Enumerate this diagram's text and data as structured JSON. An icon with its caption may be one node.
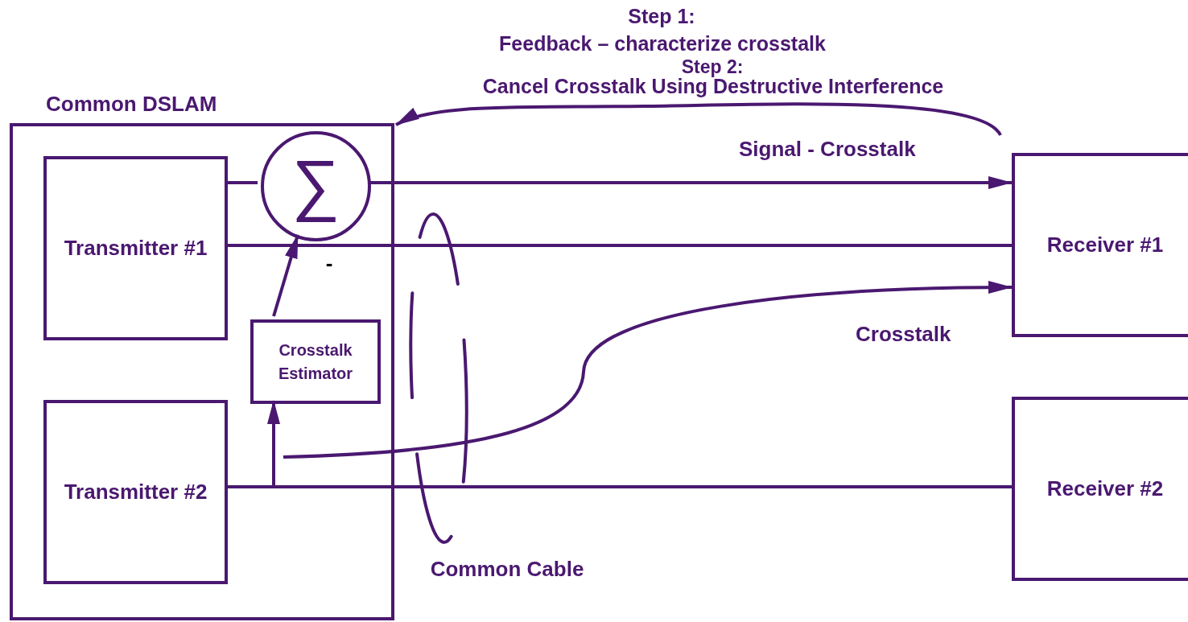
{
  "diagram": {
    "nodes": [
      {
        "text": [
          "Common DSLAM"
        ]
      },
      {
        "text": [
          "Transmitter #1"
        ],
        "in": 0
      },
      {
        "text": [
          "∑"
        ],
        "in": 0
      },
      {
        "text": [
          "Crosstalk Estimator"
        ],
        "in": 0
      },
      {
        "text": [
          "Transmitter #2"
        ],
        "in": 0
      },
      {
        "text": [
          "Receiver #1"
        ]
      },
      {
        "text": [
          "Receiver #2"
        ]
      }
    ],
    "edges": [
      {
        "from": 1,
        "to": 2,
        "arrow": "none"
      },
      {
        "from": 2,
        "to": 5,
        "arrow": "to",
        "label": "Signal - Crosstalk"
      },
      {
        "from": 1,
        "to": 5,
        "arrow": "none"
      },
      {
        "from": 3,
        "to": 2,
        "arrow": "to"
      },
      {
        "from": 4,
        "to": 6,
        "arrow": "none"
      },
      {
        "from": 4,
        "to": 3,
        "arrow": "to"
      },
      {
        "from": null,
        "to": 5,
        "arrow": "to",
        "label": "Crosstalk"
      },
      {
        "from": 5,
        "to": 0,
        "arrow": "to"
      }
    ],
    "labels": [
      "Step 1:",
      "Feedback – characterize crosstalk",
      "Step 2:",
      "Cancel Crosstalk Using Destructive Interference",
      "-",
      "Common Cable"
    ]
  }
}
